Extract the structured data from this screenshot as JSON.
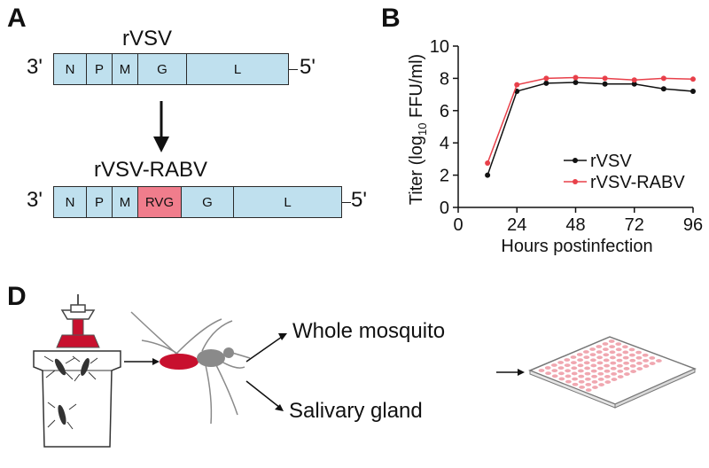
{
  "panels": {
    "a": "A",
    "b": "B",
    "d": "D"
  },
  "panel_a": {
    "construct1": {
      "title": "rVSV",
      "genes": [
        "N",
        "P",
        "M",
        "G",
        "L"
      ]
    },
    "construct2": {
      "title": "rVSV-RABV",
      "genes": [
        "N",
        "P",
        "M",
        "RVG",
        "G",
        "L"
      ]
    },
    "end3": "3'",
    "end5": "5'",
    "colors": {
      "gene": "#bfe0ee",
      "insert": "#f07d8c"
    }
  },
  "chart_data": {
    "type": "line",
    "xlabel": "Hours postinfection",
    "ylabel_parts": {
      "pre": "Titer (log",
      "sub": "10",
      "post": " FFU/ml)"
    },
    "xlim": [
      0,
      96
    ],
    "ylim": [
      0,
      10
    ],
    "xticks": [
      0,
      24,
      48,
      72,
      96
    ],
    "yticks": [
      0,
      2,
      4,
      6,
      8,
      10
    ],
    "grid": false,
    "legend_position": "lower-right",
    "series": [
      {
        "name": "rVSV",
        "color": "#111111",
        "x": [
          12,
          24,
          36,
          48,
          60,
          72,
          84,
          96
        ],
        "y": [
          2.0,
          7.2,
          7.7,
          7.75,
          7.65,
          7.65,
          7.35,
          7.2
        ]
      },
      {
        "name": "rVSV-RABV",
        "color": "#e8404a",
        "x": [
          12,
          24,
          36,
          48,
          60,
          72,
          84,
          96
        ],
        "y": [
          2.75,
          7.6,
          8.0,
          8.05,
          8.0,
          7.9,
          8.0,
          7.95
        ]
      }
    ]
  },
  "panel_d": {
    "label_whole": "Whole mosquito",
    "label_gland": "Salivary gland",
    "colors": {
      "blood": "#c8102e",
      "mosquito": "#8a8a8a",
      "well": "#f0a7b0"
    }
  }
}
